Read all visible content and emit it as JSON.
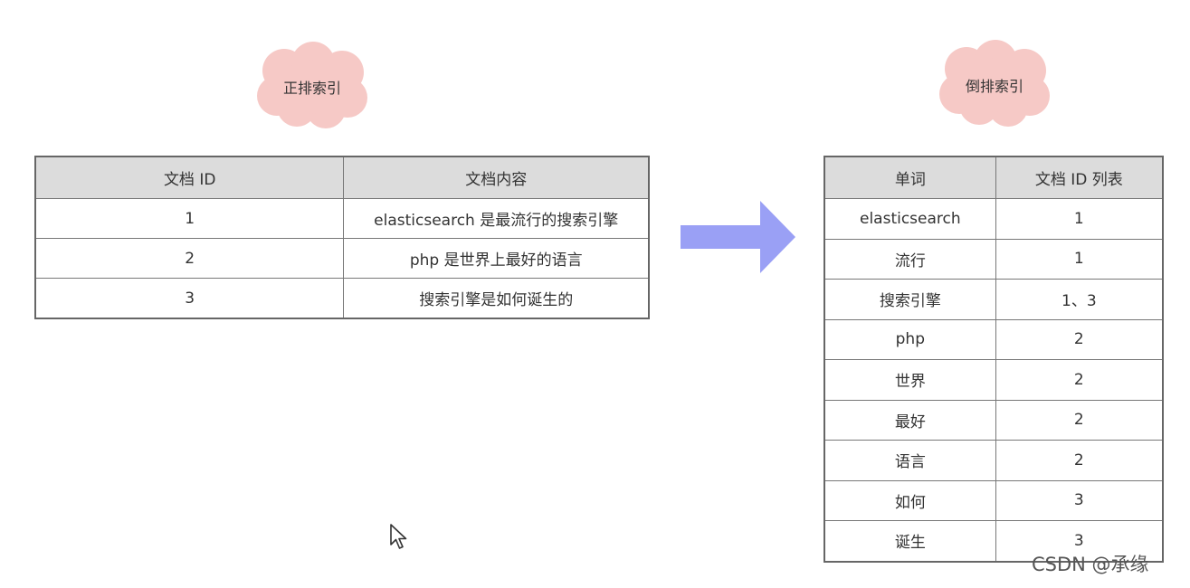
{
  "forward": {
    "title": "正排索引",
    "headers": [
      "文档 ID",
      "文档内容"
    ],
    "rows": [
      [
        "1",
        "elasticsearch 是最流行的搜索引擎"
      ],
      [
        "2",
        "php 是世界上最好的语言"
      ],
      [
        "3",
        "搜索引擎是如何诞生的"
      ]
    ]
  },
  "inverted": {
    "title": "倒排索引",
    "headers": [
      "单词",
      "文档 ID 列表"
    ],
    "rows": [
      [
        "elasticsearch",
        "1"
      ],
      [
        "流行",
        "1"
      ],
      [
        "搜索引擎",
        "1、3"
      ],
      [
        "php",
        "2"
      ],
      [
        "世界",
        "2"
      ],
      [
        "最好",
        "2"
      ],
      [
        "语言",
        "2"
      ],
      [
        "如何",
        "3"
      ],
      [
        "诞生",
        "3"
      ]
    ]
  },
  "watermark": "CSDN @承缘",
  "colors": {
    "cloud": "#f6c9c6",
    "arrow": "#9aa0f5",
    "header_bg": "#dcdcdc",
    "border": "#777777"
  }
}
